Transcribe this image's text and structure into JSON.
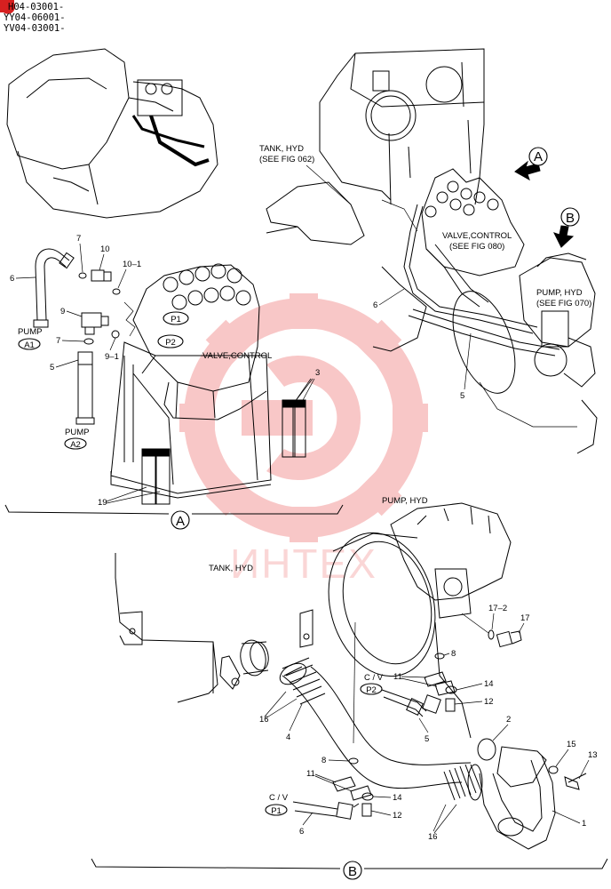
{
  "header": {
    "serials": [
      "H04-03001-",
      "YY04-06001-",
      "YV04-03001-"
    ]
  },
  "view_a": {
    "label": "A",
    "valve_label": "VALVE,CONTROL",
    "pump_a1_label": "PUMP",
    "pump_a1_badge": "A1",
    "pump_a2_label": "PUMP",
    "pump_a2_badge": "A2",
    "port_p1": "P1",
    "port_p2": "P2",
    "callouts": [
      "6",
      "7",
      "10",
      "10–1",
      "9",
      "7",
      "9–1",
      "5",
      "3",
      "19"
    ]
  },
  "overview": {
    "arrow_a": "A",
    "arrow_b": "B",
    "tank_label": [
      "TANK, HYD",
      "(SEE FIG 062)"
    ],
    "valve_label": [
      "VALVE,CONTROL",
      "(SEE FIG 080)"
    ],
    "pump_label": [
      "PUMP, HYD",
      "(SEE FIG 070)"
    ],
    "callouts": [
      "6",
      "5"
    ]
  },
  "view_b": {
    "label": "B",
    "pump_label": "PUMP, HYD",
    "tank_label": "TANK, HYD",
    "cv_p2_label": "C / V",
    "cv_p2_badge": "P2",
    "cv_p1_label": "C / V",
    "cv_p1_badge": "P1",
    "callouts": [
      "17–2",
      "17",
      "8",
      "11",
      "14",
      "12",
      "2",
      "16",
      "4",
      "5",
      "8",
      "11",
      "14",
      "12",
      "15",
      "13",
      "6",
      "16",
      "1"
    ]
  },
  "watermark": {
    "text": "ИНТЕХ",
    "color": "#e83a3a"
  }
}
